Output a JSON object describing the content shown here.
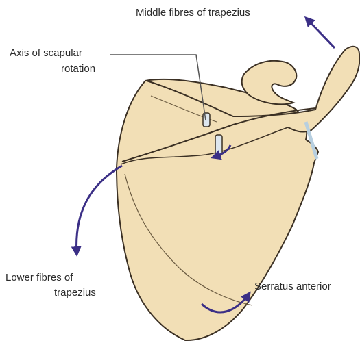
{
  "labels": {
    "middle_fibres": "Middle fibres of trapezius",
    "axis_line1": "Axis of scapular",
    "axis_line2": "rotation",
    "lower_line1": "Lower fibres of",
    "lower_line2": "trapezius",
    "serratus": "Serratus anterior"
  },
  "colors": {
    "bone_fill": "#f2dfb6",
    "bone_outline": "#3b3024",
    "arrow": "#3b2f86",
    "leader_line": "#555555",
    "label_text": "#2b2b2b",
    "pin_fill": "#dde6ee",
    "edge_highlight": "#b7cfe0"
  }
}
